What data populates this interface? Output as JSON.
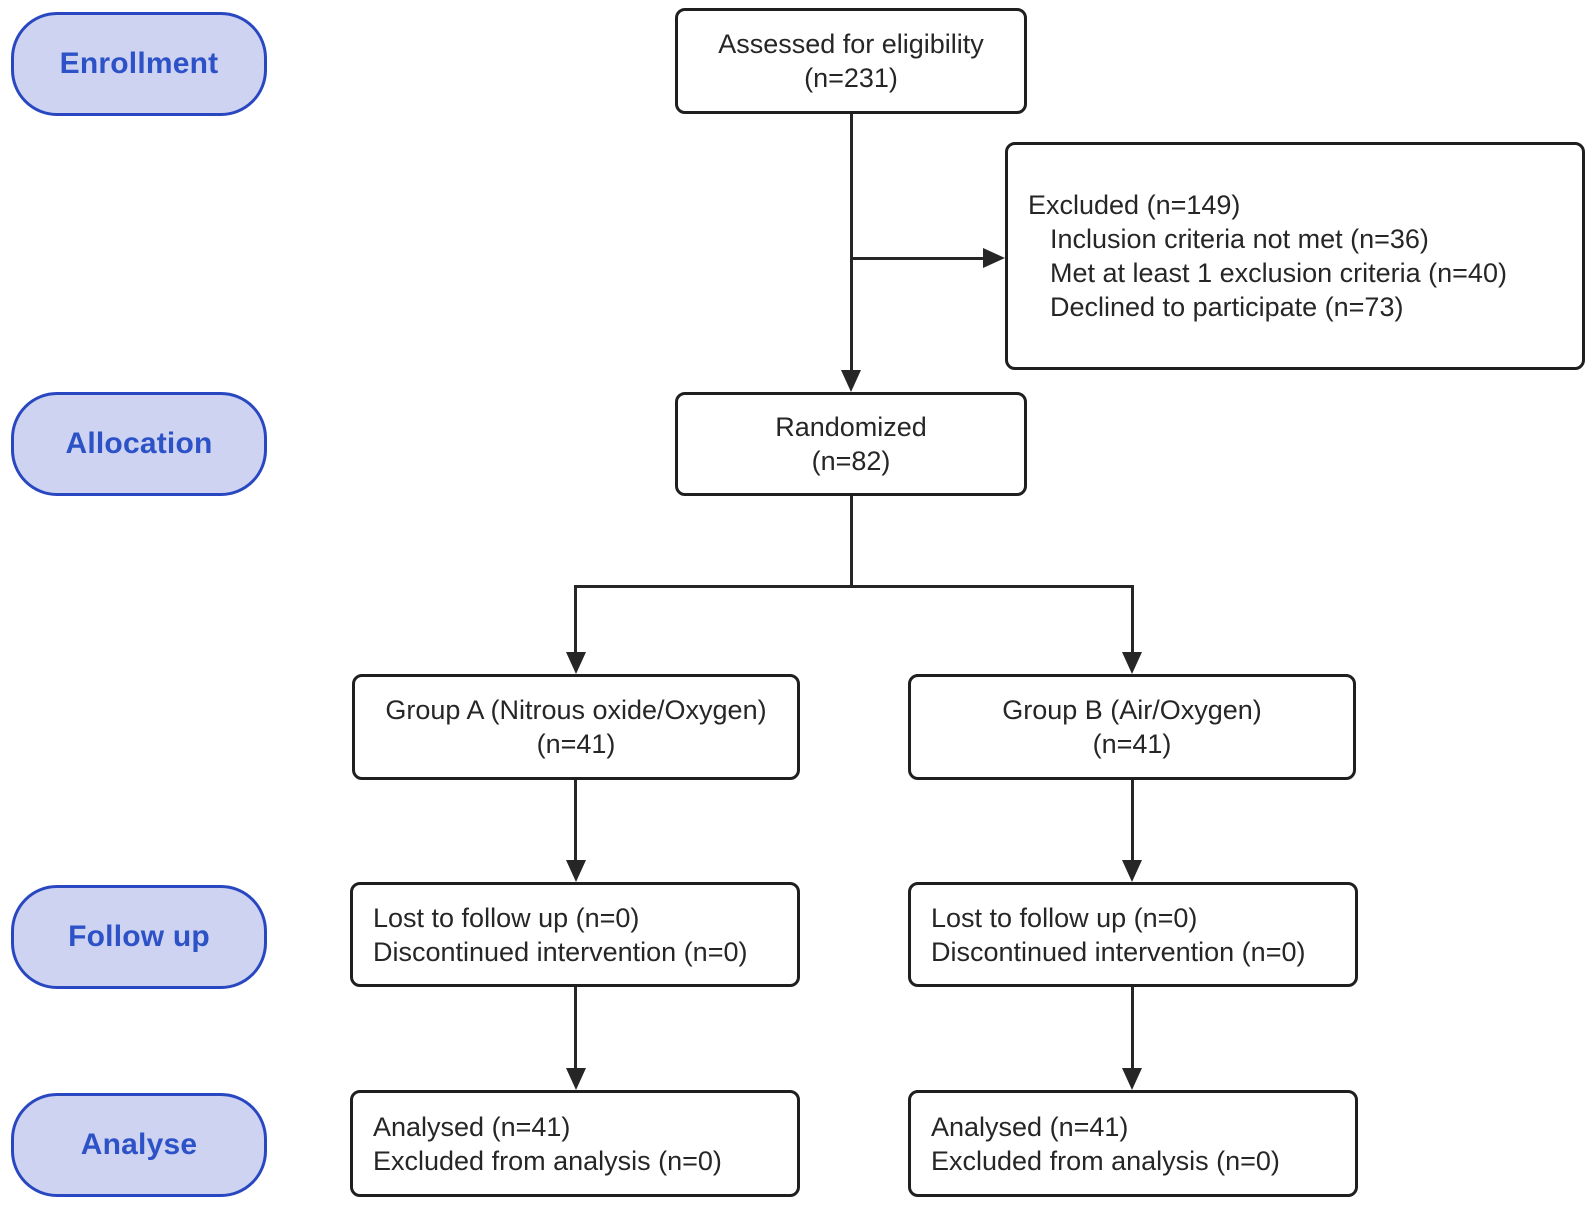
{
  "diagram": {
    "type": "consort-flow-diagram",
    "stages": [
      {
        "label": "Enrollment"
      },
      {
        "label": "Allocation"
      },
      {
        "label": "Follow up"
      },
      {
        "label": "Analyse"
      }
    ],
    "nodes": {
      "assessed": {
        "lines": [
          "Assessed for eligibility",
          "(n=231)"
        ]
      },
      "excluded": {
        "lines": [
          "Excluded (n=149)",
          "Inclusion criteria not met (n=36)",
          "Met at least 1 exclusion criteria (n=40)",
          "Declined to participate (n=73)"
        ]
      },
      "randomized": {
        "lines": [
          "Randomized",
          "(n=82)"
        ]
      },
      "group_a": {
        "lines": [
          "Group A (Nitrous oxide/Oxygen)",
          "(n=41)"
        ]
      },
      "group_b": {
        "lines": [
          "Group B (Air/Oxygen)",
          "(n=41)"
        ]
      },
      "followup_a": {
        "lines": [
          "Lost to follow up (n=0)",
          "Discontinued intervention (n=0)"
        ]
      },
      "followup_b": {
        "lines": [
          "Lost to follow up (n=0)",
          "Discontinued intervention (n=0)"
        ]
      },
      "analysed_a": {
        "lines": [
          "Analysed (n=41)",
          "Excluded from analysis (n=0)"
        ]
      },
      "analysed_b": {
        "lines": [
          "Analysed (n=41)",
          "Excluded from analysis (n=0)"
        ]
      }
    },
    "colors": {
      "background": "#ffffff",
      "stage_fill": "#cdd3f0",
      "stage_border": "#2947c0",
      "stage_text": "#2d52c7",
      "box_border": "#1f1f1f",
      "box_text": "#262626",
      "arrow": "#262626"
    }
  }
}
